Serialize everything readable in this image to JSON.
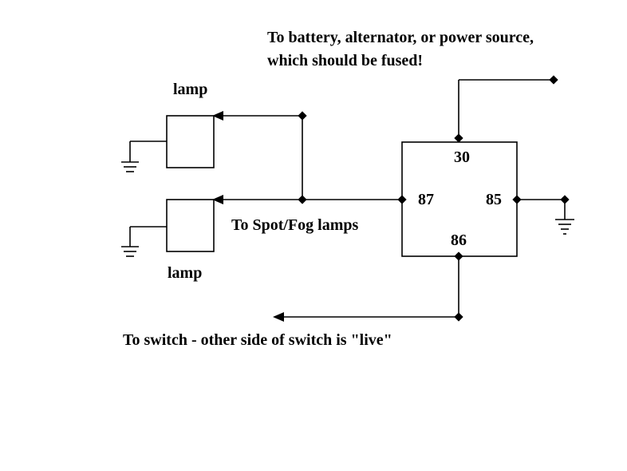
{
  "labels": {
    "power_line1": "To battery, alternator, or power source,",
    "power_line2": "which should be fused!",
    "lamp_top": "lamp",
    "lamp_bottom": "lamp",
    "spot_fog": "To Spot/Fog lamps",
    "switch_note": "To switch - other side of switch is \"live\""
  },
  "relay": {
    "pin_30": "30",
    "pin_85": "85",
    "pin_86": "86",
    "pin_87": "87"
  }
}
